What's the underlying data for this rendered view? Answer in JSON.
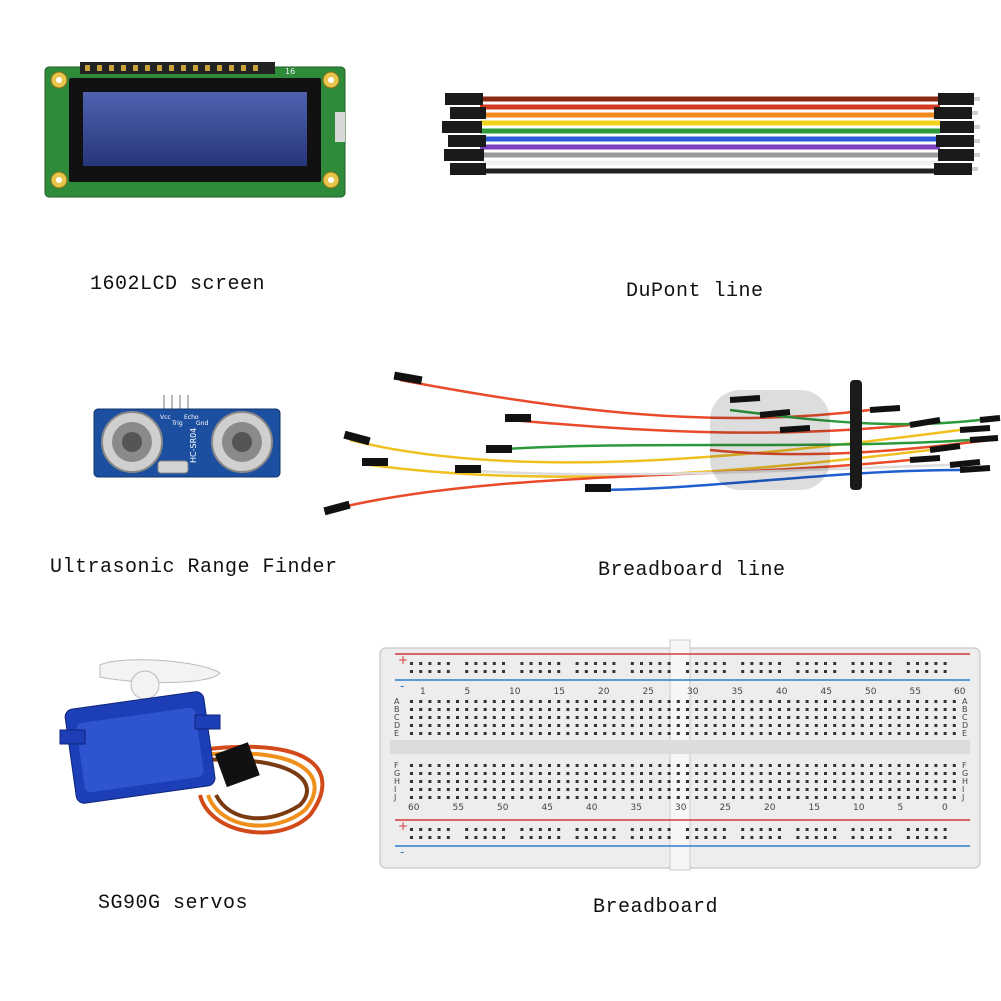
{
  "items": [
    {
      "key": "lcd",
      "caption": "1602LCD screen",
      "icon": "lcd-module-icon"
    },
    {
      "key": "dupont",
      "caption": "DuPont line",
      "icon": "ribbon-cable-icon"
    },
    {
      "key": "ultrasonic",
      "caption": "Ultrasonic Range Finder",
      "icon": "ultrasonic-sensor-icon"
    },
    {
      "key": "jumpers",
      "caption": "Breadboard line",
      "icon": "jumper-wires-icon"
    },
    {
      "key": "servo",
      "caption": "SG90G servos",
      "icon": "servo-motor-icon"
    },
    {
      "key": "breadboard",
      "caption": "Breadboard",
      "icon": "breadboard-icon"
    }
  ],
  "labels": {
    "lcd_pin_label": "16",
    "sensor_model": "HC-SR04",
    "sensor_pins": [
      "Vcc",
      "Trig",
      "Echo",
      "Gnd"
    ],
    "rail_plus": "+",
    "rail_minus": "-",
    "bb_numbers_top": [
      "1",
      "5",
      "10",
      "15",
      "20",
      "25",
      "30",
      "35",
      "40",
      "45",
      "50",
      "55",
      "60"
    ],
    "bb_numbers_bottom": [
      "60",
      "55",
      "50",
      "45",
      "40",
      "35",
      "30",
      "25",
      "20",
      "15",
      "10",
      "5",
      "0"
    ],
    "bb_rows_top": [
      "A",
      "B",
      "C",
      "D",
      "E"
    ],
    "bb_rows_bottom": [
      "F",
      "G",
      "H",
      "I",
      "J"
    ]
  },
  "colors": {
    "pcb_green": "#2e8b3a",
    "lcd_screen": "#2f3f8a",
    "sensor_blue": "#1d4fa0",
    "servo_blue": "#1c3fb8",
    "rail_red": "#d23a3a",
    "rail_blue": "#2a7fd0"
  }
}
